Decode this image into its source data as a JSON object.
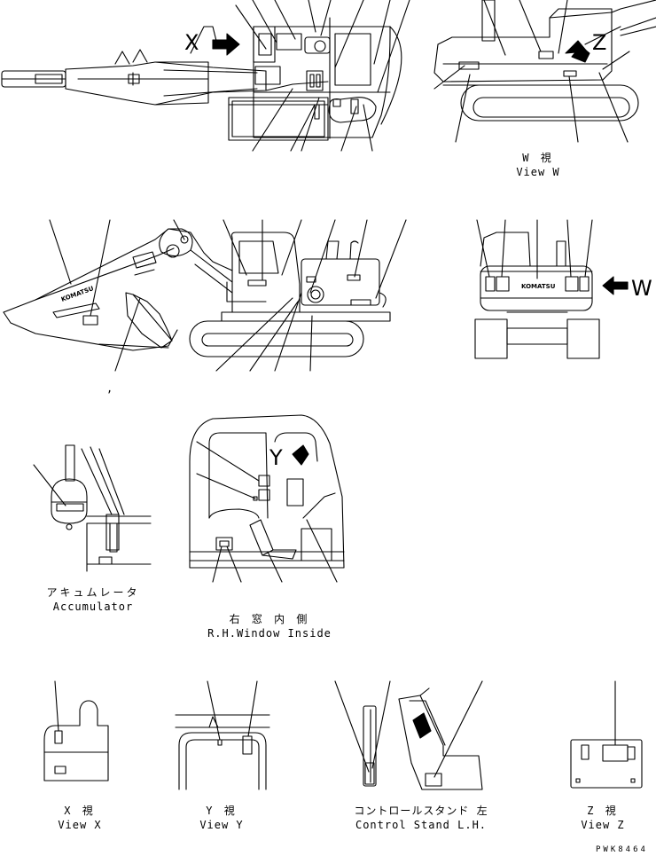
{
  "views": {
    "w": {
      "jp": "W 視",
      "en": "View W"
    },
    "accumulator": {
      "jp": "アキュムレータ",
      "en": "Accumulator"
    },
    "rh_window": {
      "jp": "右 窓 内 側",
      "en": "R.H.Window Inside"
    },
    "x": {
      "jp": "X 視",
      "en": "View X"
    },
    "y": {
      "jp": "Y 視",
      "en": "View Y"
    },
    "control_stand": {
      "jp": "コントロールスタンド 左",
      "en": "Control Stand L.H."
    },
    "z": {
      "jp": "Z 視",
      "en": "View Z"
    }
  },
  "direction_letters": {
    "x": "X",
    "w": "W",
    "y": "Y",
    "z": "Z"
  },
  "stray_mark": ",",
  "drawing_code": "PWK8464",
  "brand_text": "KOMATSU"
}
